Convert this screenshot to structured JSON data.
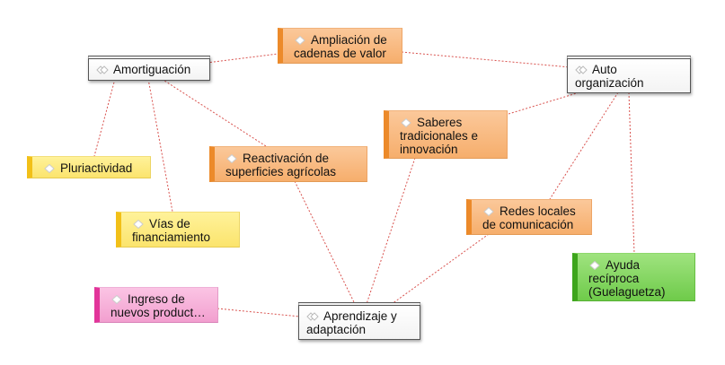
{
  "nodes": {
    "amortiguacion": "Amortiguación",
    "ampliacion": "Ampliación de cadenas de valor",
    "auto_organizacion": "Auto organización",
    "pluriactividad": "Pluriactividad",
    "reactivacion": "Reactivación de superficies agrícolas",
    "saberes": "Saberes tradicionales e innovación",
    "vias": "Vías de financiamiento",
    "redes": "Redes locales de comunicación",
    "ayuda": "Ayuda recíproca (Guelaguetza)",
    "ingreso": "Ingreso de nuevos product…",
    "aprendizaje": "Aprendizaje y adaptación"
  },
  "colors": {
    "orange": "#f6ae6c",
    "yellow": "#fbe46d",
    "pink": "#f29fcf",
    "green": "#6fcb4a",
    "edge": "#d9534f"
  },
  "icons": {
    "network": "diamond-network-icon",
    "code": "diamond-code-icon"
  }
}
